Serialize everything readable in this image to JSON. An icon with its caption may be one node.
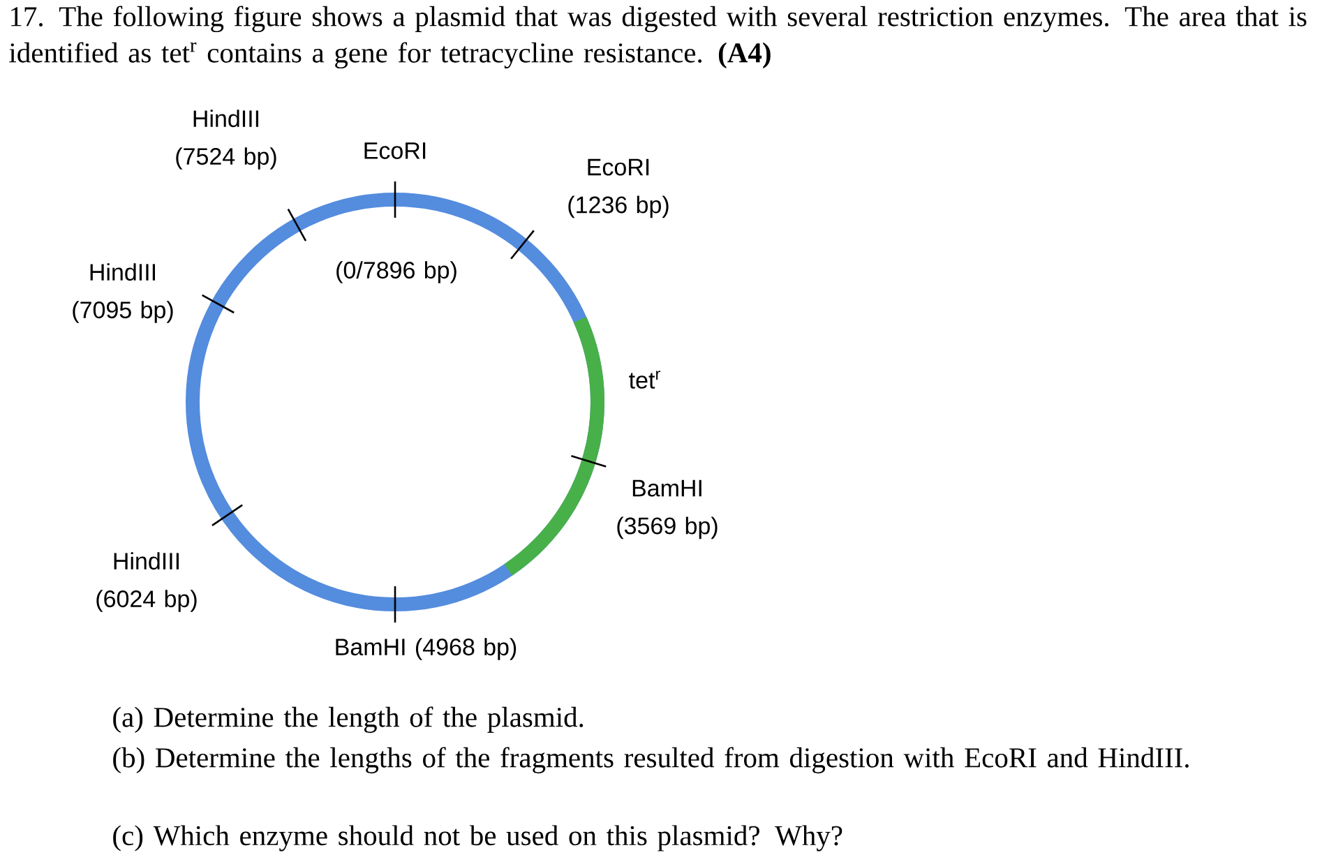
{
  "diagram": {
    "title": "17. The following figure shows a plasmid that was digested with several restriction enzymes. The area that is identified as tet$^{r}$ contains a gene for tetracycline resistance. **(A4)**",
    "labels": [
      "HindIII (7524 bp)",
      "EcoRI",
      "EcoRI (1236 bp)",
      "HindIII (7095 bp)",
      "(0/7896 bp)",
      "tet$^{r}$",
      "BamHI (3569 bp)",
      "HindIII (6024 bp)",
      "BamHI (4968 bp)",
      "(a) Determine the length of the plasmid.",
      "(b) Determine the lengths of the fragments resulted from digestion with EcoRI and HindIII.",
      "(c) Which enzyme should not be used on this plasmid? Why?"
    ]
  }
}
